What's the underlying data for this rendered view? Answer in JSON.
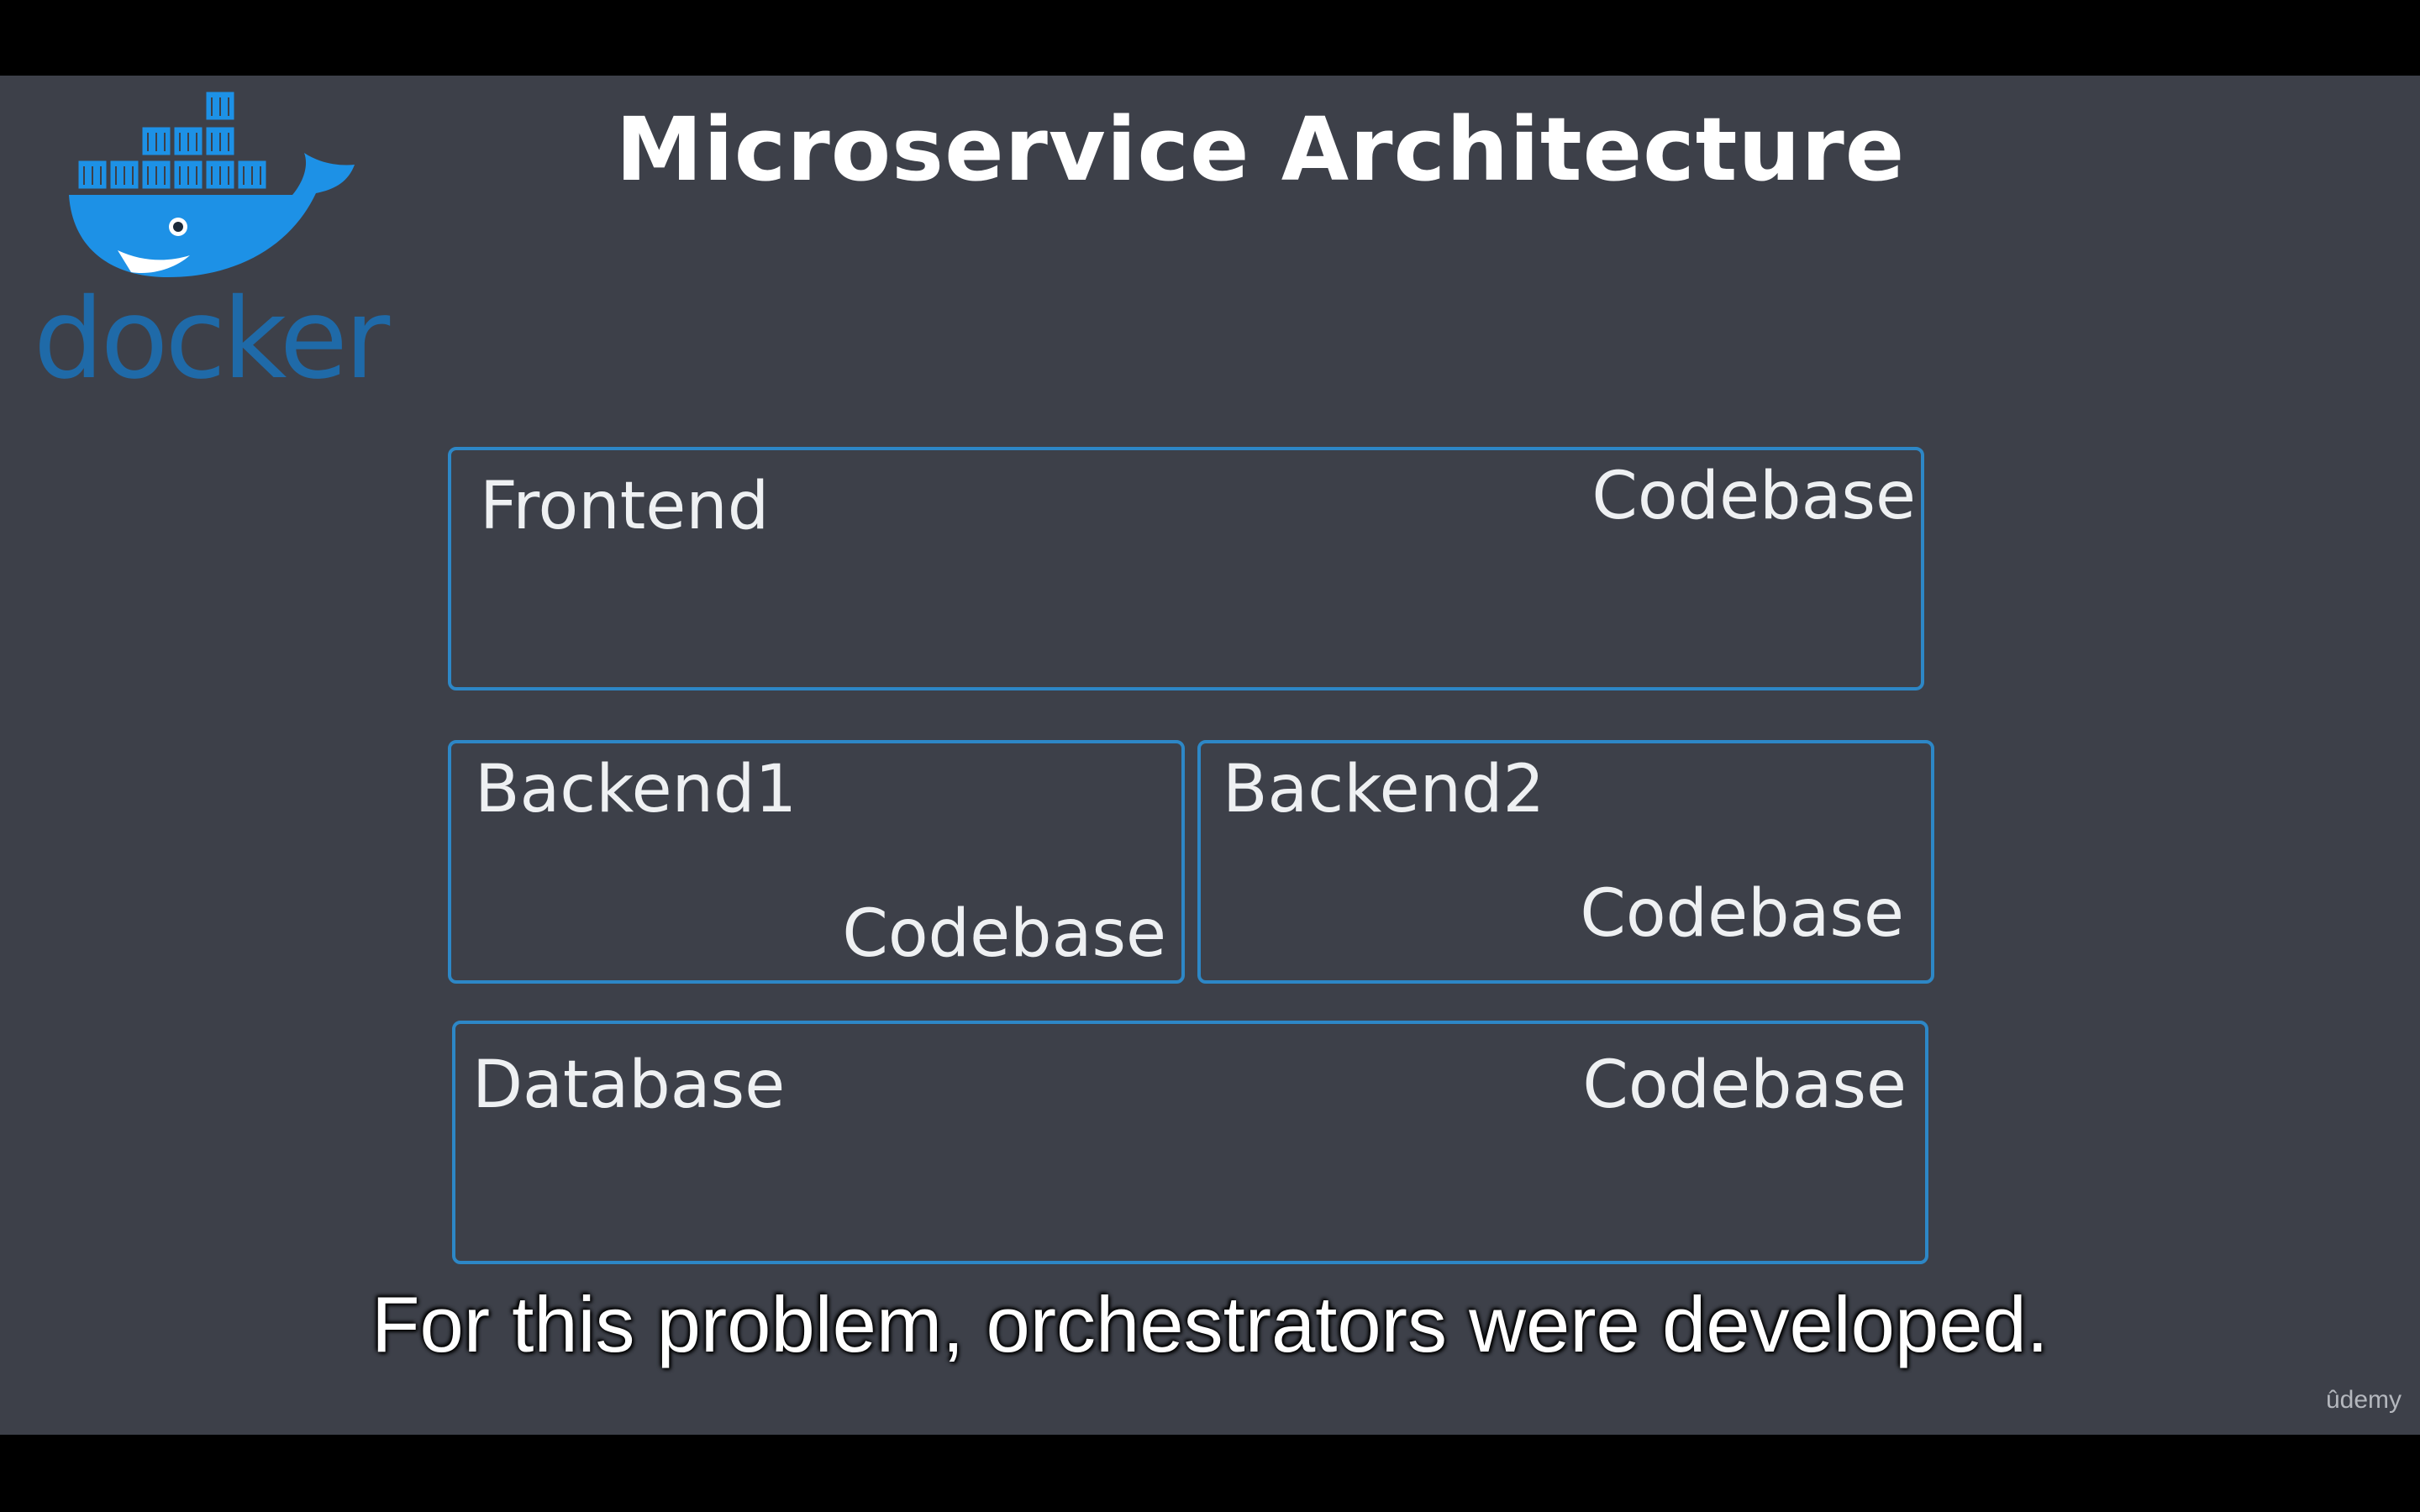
{
  "slide": {
    "title": "Microservice Architecture",
    "logo_text": "docker",
    "boxes": {
      "frontend": {
        "label": "Frontend",
        "codebase": "Codebase"
      },
      "backend1": {
        "label": "Backend1",
        "codebase": "Codebase"
      },
      "backend2": {
        "label": "Backend2",
        "codebase": "Codebase"
      },
      "database": {
        "label": "Database",
        "codebase": "Codebase"
      }
    },
    "caption": "For this problem, orchestrators were developed.",
    "watermark": "ûdemy"
  },
  "colors": {
    "slide_background": "#3d4049",
    "box_border": "#2d87c6",
    "docker_blue": "#1d91e6",
    "logo_text": "#1f6aa8"
  }
}
